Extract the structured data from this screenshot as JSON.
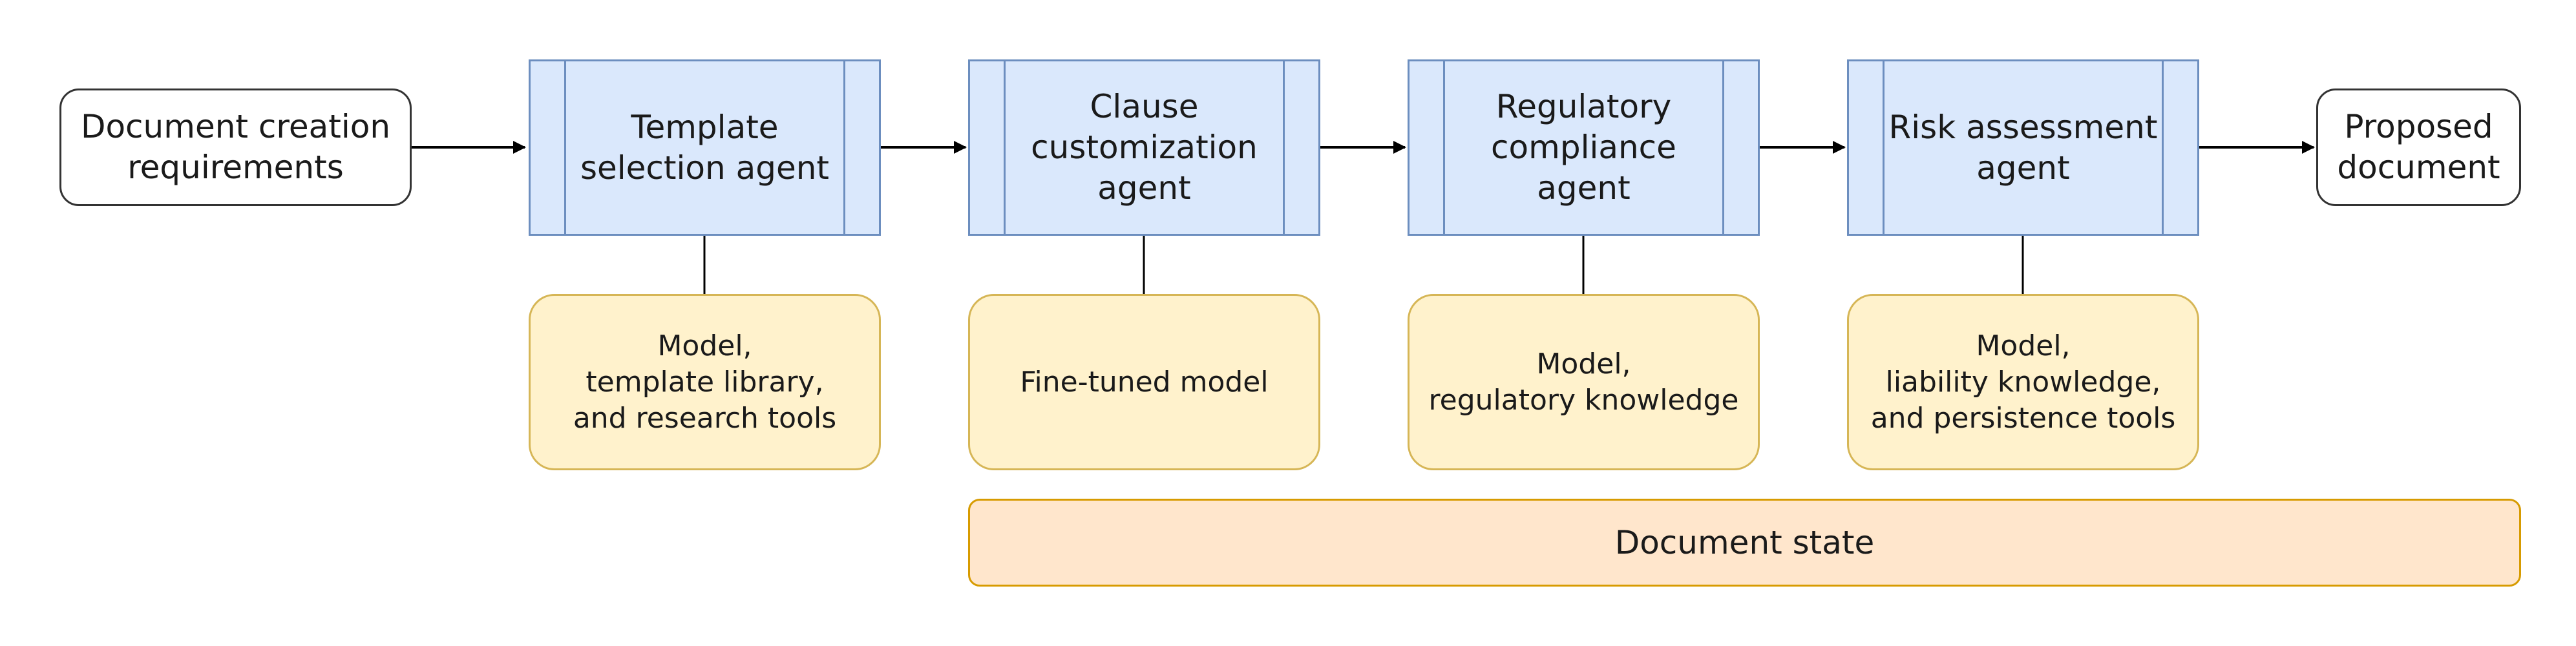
{
  "input": {
    "label": "Document creation\nrequirements"
  },
  "output": {
    "label": "Proposed\ndocument"
  },
  "agents": [
    {
      "label": "Template\nselection agent"
    },
    {
      "label": "Clause\ncustomization\nagent"
    },
    {
      "label": "Regulatory\ncompliance\nagent"
    },
    {
      "label": "Risk assessment\nagent"
    }
  ],
  "resources": [
    {
      "label": "Model,\ntemplate library,\nand research tools"
    },
    {
      "label": "Fine-tuned model"
    },
    {
      "label": "Model,\nregulatory knowledge"
    },
    {
      "label": "Model,\nliability knowledge,\nand persistence tools"
    }
  ],
  "shared_state": {
    "label": "Document state"
  },
  "colors": {
    "agent_fill": "#dae8fc",
    "agent_stroke": "#6c8ebf",
    "resource_fill": "#fff2cc",
    "resource_stroke": "#d6b656",
    "state_fill": "#ffe6cc",
    "state_stroke": "#d79b00",
    "edge": "#000000"
  }
}
